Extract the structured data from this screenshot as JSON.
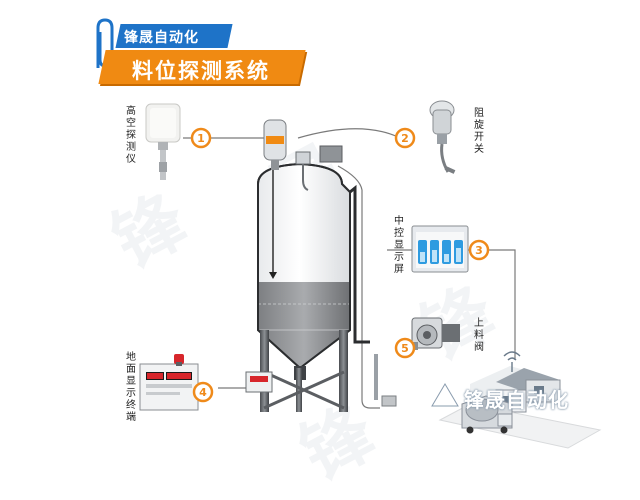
{
  "brand": "锋晟自动化",
  "title": "料位探测系统",
  "watermark": "锋晟",
  "corner_watermark": "锋晟自动化",
  "components": [
    {
      "num": "1",
      "label": "高空探测仪"
    },
    {
      "num": "2",
      "label": "阻旋开关"
    },
    {
      "num": "3",
      "label": "中控显示屏"
    },
    {
      "num": "4",
      "label": "地面显示终端"
    },
    {
      "num": "5",
      "label": "上料阀"
    }
  ],
  "colors": {
    "accent": "#f08a12",
    "brand_blue": "#1e73c8",
    "num_circle": "#ef8a1a"
  }
}
